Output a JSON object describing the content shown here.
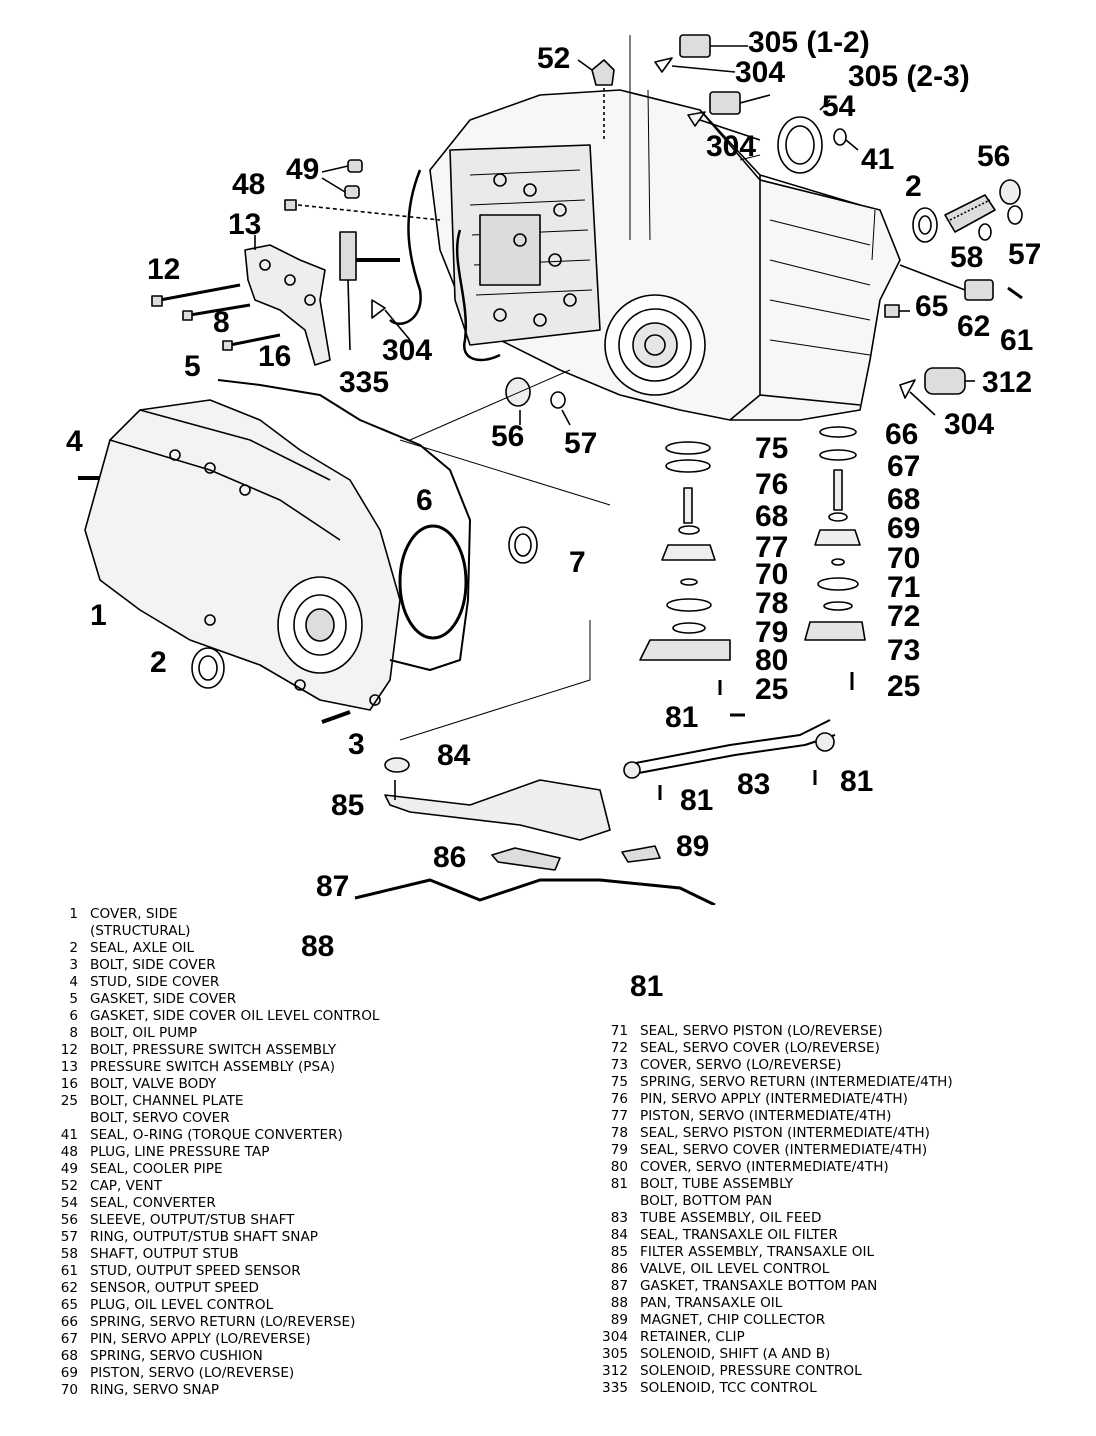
{
  "callouts": {
    "c305_12": "305 (1-2)",
    "c52": "52",
    "c304_a": "304",
    "c305_23": "305 (2-3)",
    "c54": "54",
    "c304_b": "304",
    "c41": "41",
    "c56_a": "56",
    "c49": "49",
    "c48": "48",
    "c2_a": "2",
    "c13": "13",
    "c58": "58",
    "c57_a": "57",
    "c12": "12",
    "c65": "65",
    "c8": "8",
    "c62": "62",
    "c61": "61",
    "c304_c": "304",
    "c16": "16",
    "c335": "335",
    "c312": "312",
    "c5": "5",
    "c304_d": "304",
    "c56_b": "56",
    "c57_b": "57",
    "c75": "75",
    "c66": "66",
    "c4": "4",
    "c76": "76",
    "c67": "67",
    "c6": "6",
    "c68_a": "68",
    "c68_b": "68",
    "c77": "77",
    "c69": "69",
    "c7": "7",
    "c70_a": "70",
    "c70_b": "70",
    "c71": "71",
    "c1": "1",
    "c78": "78",
    "c72": "72",
    "c79": "79",
    "c73": "73",
    "c2_b": "2",
    "c80": "80",
    "c25_a": "25",
    "c25_b": "25",
    "c81_a": "81",
    "c3": "3",
    "c84": "84",
    "c83": "83",
    "c81_b": "81",
    "c85": "85",
    "c81_c": "81",
    "c89": "89",
    "c86": "86",
    "c87": "87",
    "c88": "88",
    "c81_d": "81"
  },
  "legend_left": [
    {
      "num": "1",
      "desc": "COVER, SIDE"
    },
    {
      "num": "",
      "desc": "(STRUCTURAL)"
    },
    {
      "num": "2",
      "desc": "SEAL, AXLE OIL"
    },
    {
      "num": "3",
      "desc": "BOLT, SIDE COVER"
    },
    {
      "num": "4",
      "desc": "STUD, SIDE COVER"
    },
    {
      "num": "5",
      "desc": "GASKET, SIDE COVER"
    },
    {
      "num": "6",
      "desc": "GASKET, SIDE COVER OIL LEVEL CONTROL"
    },
    {
      "num": "8",
      "desc": "BOLT, OIL PUMP"
    },
    {
      "num": "12",
      "desc": "BOLT, PRESSURE SWITCH ASSEMBLY"
    },
    {
      "num": "13",
      "desc": "PRESSURE SWITCH ASSEMBLY (PSA)"
    },
    {
      "num": "16",
      "desc": "BOLT, VALVE BODY"
    },
    {
      "num": "25",
      "desc": "BOLT, CHANNEL PLATE"
    },
    {
      "num": "",
      "desc": "BOLT, SERVO COVER"
    },
    {
      "num": "41",
      "desc": "SEAL, O-RING  (TORQUE CONVERTER)"
    },
    {
      "num": "48",
      "desc": "PLUG, LINE PRESSURE TAP"
    },
    {
      "num": "49",
      "desc": "SEAL, COOLER PIPE"
    },
    {
      "num": "52",
      "desc": "CAP, VENT"
    },
    {
      "num": "54",
      "desc": "SEAL, CONVERTER"
    },
    {
      "num": "56",
      "desc": "SLEEVE, OUTPUT/STUB SHAFT"
    },
    {
      "num": "57",
      "desc": "RING, OUTPUT/STUB SHAFT SNAP"
    },
    {
      "num": "58",
      "desc": "SHAFT, OUTPUT STUB"
    },
    {
      "num": "61",
      "desc": "STUD, OUTPUT SPEED SENSOR"
    },
    {
      "num": "62",
      "desc": "SENSOR, OUTPUT SPEED"
    },
    {
      "num": "65",
      "desc": "PLUG, OIL LEVEL CONTROL"
    },
    {
      "num": "66",
      "desc": "SPRING, SERVO RETURN (LO/REVERSE)"
    },
    {
      "num": "67",
      "desc": "PIN, SERVO APPLY (LO/REVERSE)"
    },
    {
      "num": "68",
      "desc": "SPRING, SERVO CUSHION"
    },
    {
      "num": "69",
      "desc": "PISTON, SERVO (LO/REVERSE)"
    },
    {
      "num": "70",
      "desc": "RING, SERVO SNAP"
    }
  ],
  "legend_right": [
    {
      "num": "71",
      "desc": "SEAL, SERVO PISTON (LO/REVERSE)"
    },
    {
      "num": "72",
      "desc": "SEAL, SERVO COVER (LO/REVERSE)"
    },
    {
      "num": "73",
      "desc": "COVER, SERVO (LO/REVERSE)"
    },
    {
      "num": "75",
      "desc": "SPRING, SERVO RETURN (INTERMEDIATE/4TH)"
    },
    {
      "num": "76",
      "desc": "PIN, SERVO APPLY (INTERMEDIATE/4TH)"
    },
    {
      "num": "77",
      "desc": "PISTON, SERVO (INTERMEDIATE/4TH)"
    },
    {
      "num": "78",
      "desc": "SEAL, SERVO PISTON (INTERMEDIATE/4TH)"
    },
    {
      "num": "79",
      "desc": "SEAL, SERVO COVER (INTERMEDIATE/4TH)"
    },
    {
      "num": "80",
      "desc": "COVER, SERVO (INTERMEDIATE/4TH)"
    },
    {
      "num": "81",
      "desc": "BOLT, TUBE ASSEMBLY"
    },
    {
      "num": "",
      "desc": "BOLT, BOTTOM PAN"
    },
    {
      "num": "83",
      "desc": "TUBE ASSEMBLY, OIL FEED"
    },
    {
      "num": "84",
      "desc": "SEAL, TRANSAXLE OIL FILTER"
    },
    {
      "num": "85",
      "desc": "FILTER ASSEMBLY, TRANSAXLE OIL"
    },
    {
      "num": "86",
      "desc": "VALVE, OIL LEVEL CONTROL"
    },
    {
      "num": "87",
      "desc": "GASKET, TRANSAXLE BOTTOM PAN"
    },
    {
      "num": "88",
      "desc": "PAN, TRANSAXLE OIL"
    },
    {
      "num": "89",
      "desc": "MAGNET, CHIP COLLECTOR"
    },
    {
      "num": "304",
      "desc": "RETAINER, CLIP"
    },
    {
      "num": "305",
      "desc": "SOLENOID, SHIFT (A AND B)"
    },
    {
      "num": "312",
      "desc": "SOLENOID, PRESSURE CONTROL"
    },
    {
      "num": "335",
      "desc": "SOLENOID, TCC CONTROL"
    }
  ]
}
